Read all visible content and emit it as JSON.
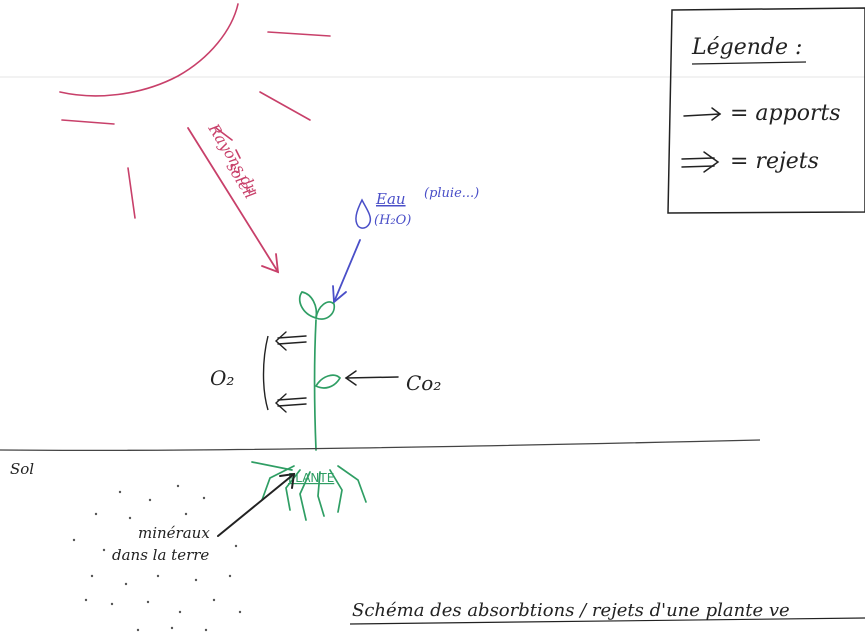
{
  "legend": {
    "title": "Légende :",
    "apports": "= apports",
    "rejets": "= rejets"
  },
  "labels": {
    "sun_rays": [
      "Rayons du",
      "soleil"
    ],
    "water": "Eau",
    "water_formula": "(H₂O)",
    "water_note": "(pluie...)",
    "o2": "O₂",
    "co2": "Co₂",
    "plant": "PLANTE",
    "soil": "Sol",
    "minerals": [
      "minéraux",
      "dans la terre"
    ],
    "caption": "Schéma des absorbtions / rejets d'une plante ve"
  },
  "colors": {
    "sun": "#c8406a",
    "water": "#4a4fc8",
    "plant": "#2f9e64",
    "ink": "#222222",
    "soil_line": "#444444"
  }
}
